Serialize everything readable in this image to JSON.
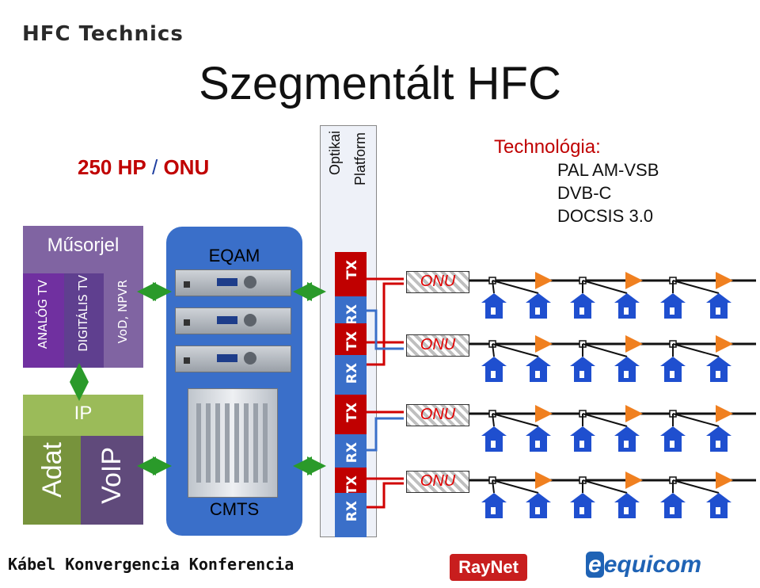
{
  "logo": {
    "brand": "HFC Technics"
  },
  "title": "Szegmentált HFC",
  "hp_onu": {
    "count": "250",
    "hp": "HP",
    "sep": "/",
    "onu": "ONU"
  },
  "optical": {
    "line1": "Optikai",
    "line2": "Platform"
  },
  "technology": {
    "heading": "Technológia:",
    "items": [
      "PAL AM-VSB",
      "DVB-C",
      "DOCSIS 3.0"
    ]
  },
  "signal": {
    "heading": "Műsorjel",
    "columns": [
      "ANALÓG TV",
      "DIGITÁLIS TV",
      "VoD, NPVR"
    ],
    "colors": [
      "#7030a0",
      "#5f3f8f",
      "#8064a2"
    ]
  },
  "ip": {
    "heading": "IP",
    "adat": "Adat",
    "voip": "VoIP"
  },
  "head_end": {
    "eqam": "EQAM",
    "cmts": "CMTS"
  },
  "txrx": [
    "TX",
    "RX",
    "TX",
    "RX",
    "TX",
    "RX",
    "TX",
    "RX"
  ],
  "onu_label": "ONU",
  "onus": [
    "ONU",
    "ONU",
    "ONU",
    "ONU"
  ],
  "footer": {
    "kkk": "Kábel Konvergencia Konferencia",
    "raynet": "RayNet",
    "equicom_e": "e",
    "equicom": "equicom"
  },
  "colors": {
    "red": "#c00000",
    "blue_panel": "#3a6fc9",
    "amplifier": "#f08020",
    "house": "#1f4fcf",
    "green_arrow": "#2a9a2a"
  }
}
